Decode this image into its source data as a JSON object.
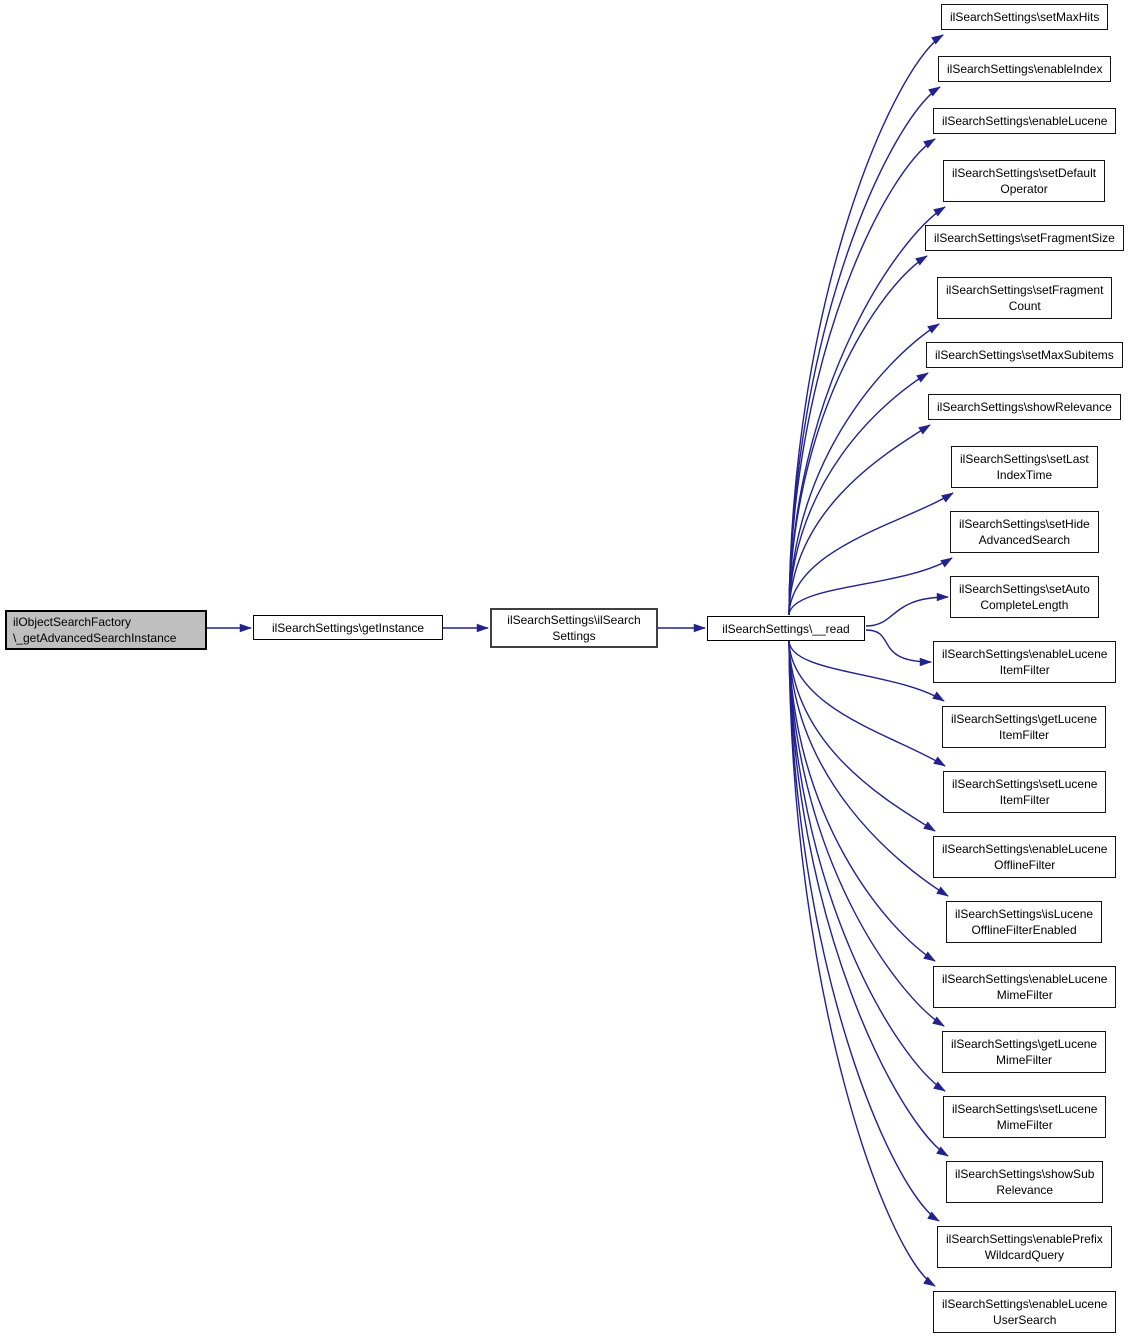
{
  "diagram": {
    "type": "call-graph",
    "colors": {
      "edge": "#22228e",
      "root_fill": "#bfbfbf",
      "node_fill": "#ffffff",
      "node_border": "#000000"
    },
    "root": {
      "lines": [
        "ilObjectSearchFactory",
        "\\_getAdvancedSearchInstance"
      ]
    },
    "chain": [
      {
        "lines": [
          "ilSearchSettings\\getInstance"
        ]
      },
      {
        "lines": [
          "ilSearchSettings\\ilSearch",
          "Settings"
        ]
      },
      {
        "lines": [
          "ilSearchSettings\\__read"
        ]
      }
    ],
    "callees": [
      {
        "lines": [
          "ilSearchSettings\\setMaxHits"
        ]
      },
      {
        "lines": [
          "ilSearchSettings\\enableIndex"
        ]
      },
      {
        "lines": [
          "ilSearchSettings\\enableLucene"
        ]
      },
      {
        "lines": [
          "ilSearchSettings\\setDefault",
          "Operator"
        ]
      },
      {
        "lines": [
          "ilSearchSettings\\setFragmentSize"
        ]
      },
      {
        "lines": [
          "ilSearchSettings\\setFragment",
          "Count"
        ]
      },
      {
        "lines": [
          "ilSearchSettings\\setMaxSubitems"
        ]
      },
      {
        "lines": [
          "ilSearchSettings\\showRelevance"
        ]
      },
      {
        "lines": [
          "ilSearchSettings\\setLast",
          "IndexTime"
        ]
      },
      {
        "lines": [
          "ilSearchSettings\\setHide",
          "AdvancedSearch"
        ]
      },
      {
        "lines": [
          "ilSearchSettings\\setAuto",
          "CompleteLength"
        ]
      },
      {
        "lines": [
          "ilSearchSettings\\enableLucene",
          "ItemFilter"
        ]
      },
      {
        "lines": [
          "ilSearchSettings\\getLucene",
          "ItemFilter"
        ]
      },
      {
        "lines": [
          "ilSearchSettings\\setLucene",
          "ItemFilter"
        ]
      },
      {
        "lines": [
          "ilSearchSettings\\enableLucene",
          "OfflineFilter"
        ]
      },
      {
        "lines": [
          "ilSearchSettings\\isLucene",
          "OfflineFilterEnabled"
        ]
      },
      {
        "lines": [
          "ilSearchSettings\\enableLucene",
          "MimeFilter"
        ]
      },
      {
        "lines": [
          "ilSearchSettings\\getLucene",
          "MimeFilter"
        ]
      },
      {
        "lines": [
          "ilSearchSettings\\setLucene",
          "MimeFilter"
        ]
      },
      {
        "lines": [
          "ilSearchSettings\\showSub",
          "Relevance"
        ]
      },
      {
        "lines": [
          "ilSearchSettings\\enablePrefix",
          "WildcardQuery"
        ]
      },
      {
        "lines": [
          "ilSearchSettings\\enableLucene",
          "UserSearch"
        ]
      }
    ]
  }
}
